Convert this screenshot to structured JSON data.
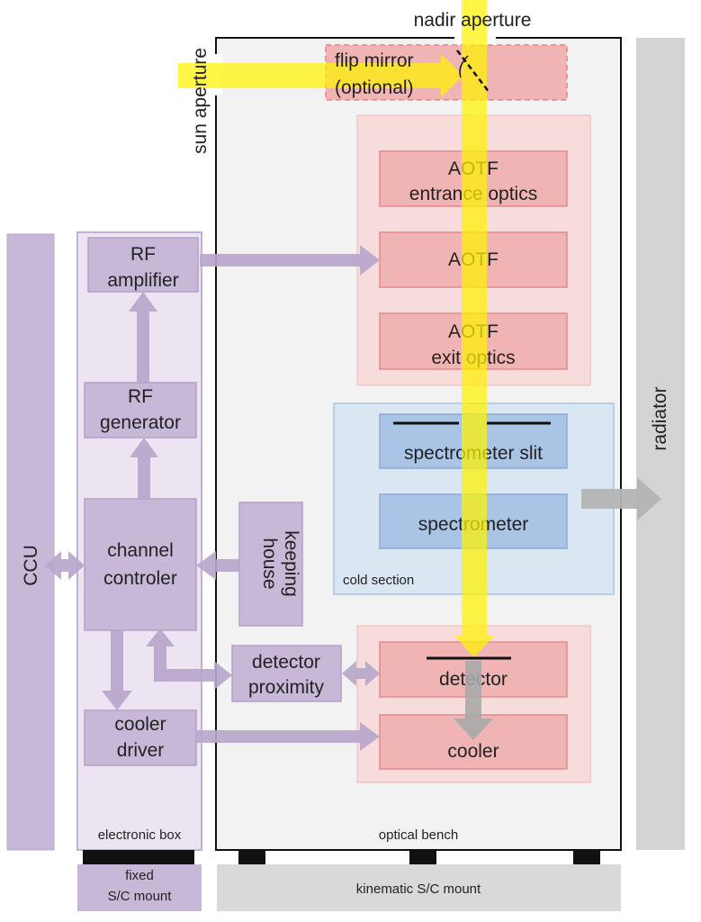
{
  "labels": {
    "nadir_aperture": "nadir aperture",
    "sun_aperture": "sun aperture",
    "flip_mirror_1": "flip mirror",
    "flip_mirror_2": "(optional)",
    "aotf_entrance_1": "AOTF",
    "aotf_entrance_2": "entrance optics",
    "aotf": "AOTF",
    "aotf_exit_1": "AOTF",
    "aotf_exit_2": "exit optics",
    "spectrometer_slit": "spectrometer slit",
    "spectrometer": "spectrometer",
    "cold_section": "cold section",
    "detector": "detector",
    "cooler": "cooler",
    "optical_bench": "optical bench",
    "radiator": "radiator",
    "ccu": "CCU",
    "rf_amplifier_1": "RF",
    "rf_amplifier_2": "amplifier",
    "rf_generator_1": "RF",
    "rf_generator_2": "generator",
    "channel_controller_1": "channel",
    "channel_controller_2": "controler",
    "housekeeping_1": "house",
    "housekeeping_2": "keeping",
    "detector_proximity_1": "detector",
    "detector_proximity_2": "proximity",
    "cooler_driver_1": "cooler",
    "cooler_driver_2": "driver",
    "electronic_box": "electronic box",
    "fixed_mount_1": "fixed",
    "fixed_mount_2": "S/C mount",
    "kinematic_mount": "kinematic S/C mount"
  },
  "colors": {
    "optical_path": "#fff200",
    "optics_block": "#f0b4b4",
    "optics_group": "#f8dcdc",
    "cold_section": "#dae6f2",
    "cold_block": "#a9c4e4",
    "electronics": "#c8b8d8",
    "electronics_bg": "#ece4f0",
    "radiator": "#d4d4d4",
    "arrow_purple": "#b7a6cb",
    "arrow_grey": "#b4b4b4"
  }
}
